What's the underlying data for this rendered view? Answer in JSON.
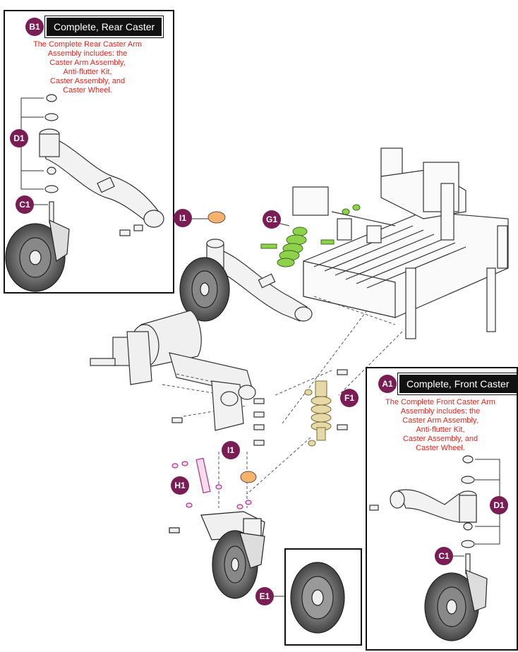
{
  "panels": {
    "rear": {
      "badge": "B1",
      "title": "Complete, Rear Caster",
      "note": "The Complete Rear Caster Arm\nAssembly includes: the\nCaster Arm Assembly,\nAnti-flutter Kit,\nCaster Assembly, and\nCaster Wheel."
    },
    "front": {
      "badge": "A1",
      "title": "Complete, Front Caster",
      "note": "The Complete Front Caster Arm\nAssembly includes: the\nCaster Arm Assembly,\nAnti-flutter Kit,\nCaster Assembly, and\nCaster Wheel."
    }
  },
  "callouts": {
    "rear_d1": "D1",
    "rear_c1": "C1",
    "i1_top": "I1",
    "g1": "G1",
    "f1": "F1",
    "i1_bottom": "I1",
    "h1": "H1",
    "e1": "E1",
    "front_d1": "D1",
    "front_c1": "C1"
  },
  "colors": {
    "badge": "#7a1d55",
    "note_text": "#e8231d",
    "spring_green": "#8ed14a",
    "shock_tan": "#e6d9a8",
    "cap_orange": "#f6b26b",
    "link_magenta": "#b0308a"
  }
}
